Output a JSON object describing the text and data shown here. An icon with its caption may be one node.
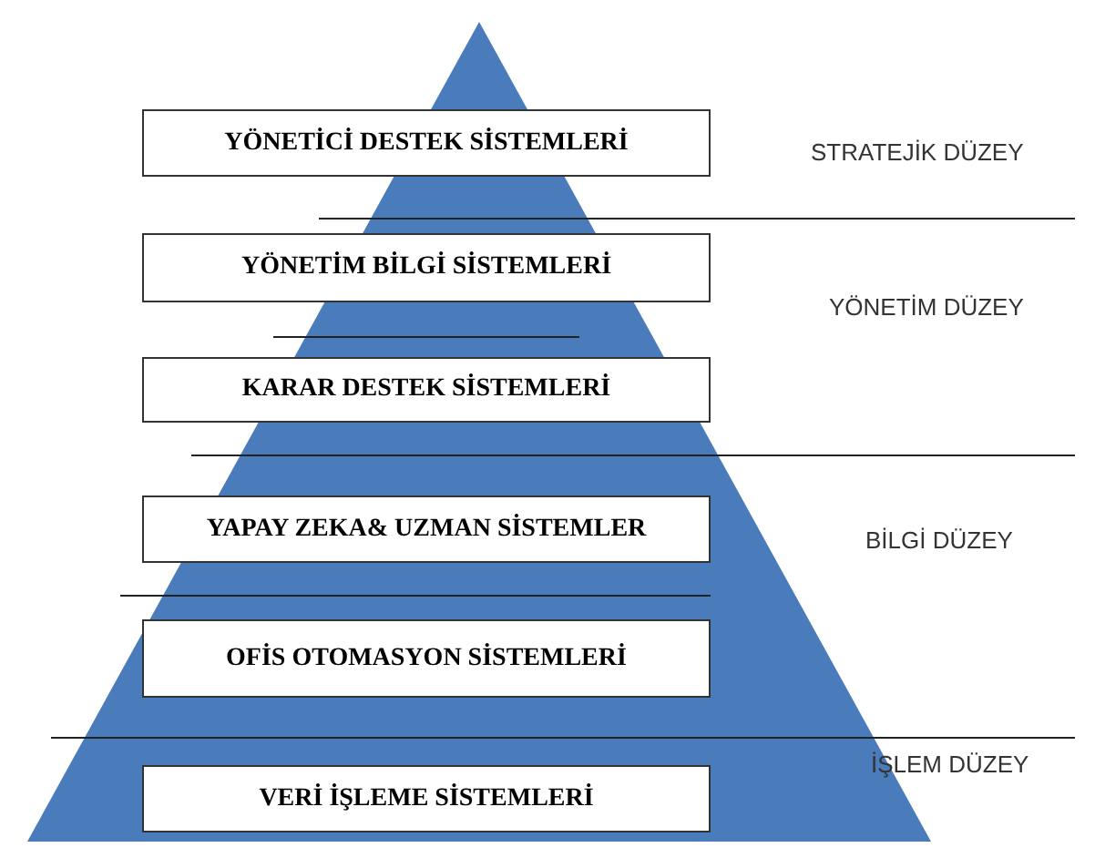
{
  "diagram": {
    "nodes": [
      {
        "text": [
          "YÖNETİCİ DESTEK SİSTEMLERİ"
        ]
      },
      {
        "text": [
          "YÖNETİM BİLGİ SİSTEMLERİ"
        ]
      },
      {
        "text": [
          "KARAR DESTEK SİSTEMLERİ"
        ]
      },
      {
        "text": [
          "YAPAY ZEKA& UZMAN SİSTEMLER"
        ]
      },
      {
        "text": [
          "OFİS OTOMASYON SİSTEMLERİ"
        ]
      },
      {
        "text": [
          "VERİ İŞLEME SİSTEMLERİ"
        ]
      }
    ],
    "edges": [],
    "labels": [
      "STRATEJİK DÜZEY",
      "YÖNETİM DÜZEY",
      "BİLGİ DÜZEY",
      "İŞLEM DÜZEY"
    ]
  }
}
